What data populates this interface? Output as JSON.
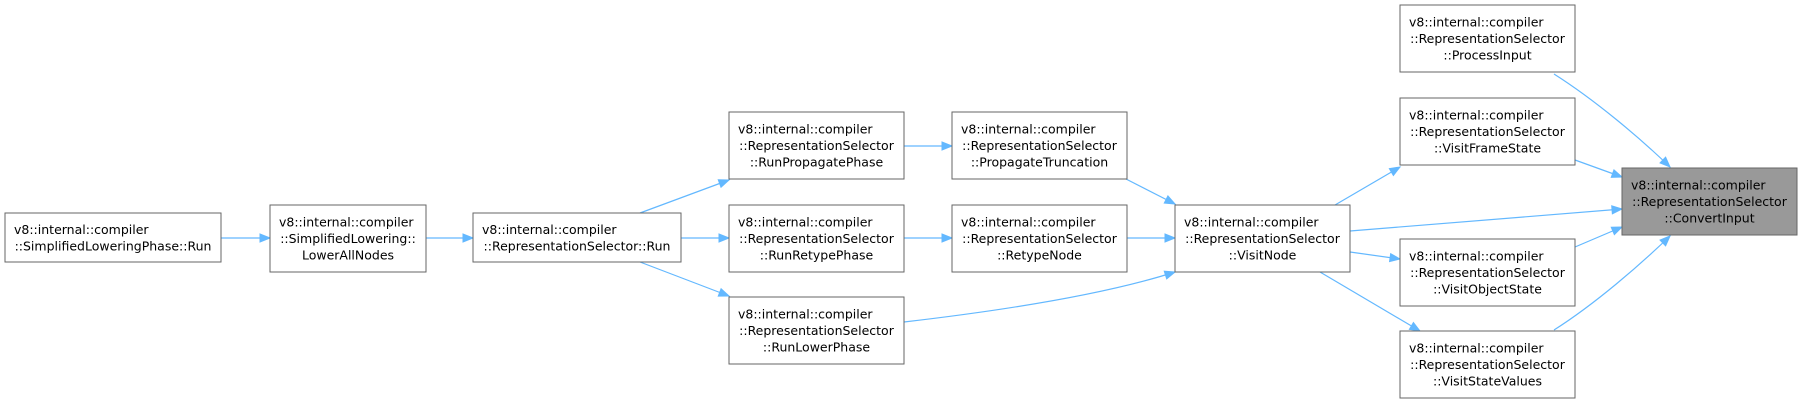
{
  "graph": {
    "nodes": {
      "simplified_lowering_phase_run": {
        "lines": [
          "v8::internal::compiler",
          "::SimplifiedLoweringPhase::Run"
        ]
      },
      "lower_all_nodes": {
        "lines": [
          "v8::internal::compiler",
          "::SimplifiedLowering::",
          "LowerAllNodes"
        ]
      },
      "rs_run": {
        "lines": [
          "v8::internal::compiler",
          "::RepresentationSelector::Run"
        ]
      },
      "run_propagate_phase": {
        "lines": [
          "v8::internal::compiler",
          "::RepresentationSelector",
          "::RunPropagatePhase"
        ]
      },
      "run_retype_phase": {
        "lines": [
          "v8::internal::compiler",
          "::RepresentationSelector",
          "::RunRetypePhase"
        ]
      },
      "run_lower_phase": {
        "lines": [
          "v8::internal::compiler",
          "::RepresentationSelector",
          "::RunLowerPhase"
        ]
      },
      "propagate_truncation": {
        "lines": [
          "v8::internal::compiler",
          "::RepresentationSelector",
          "::PropagateTruncation"
        ]
      },
      "retype_node": {
        "lines": [
          "v8::internal::compiler",
          "::RepresentationSelector",
          "::RetypeNode"
        ]
      },
      "visit_node": {
        "lines": [
          "v8::internal::compiler",
          "::RepresentationSelector",
          "::VisitNode"
        ]
      },
      "process_input": {
        "lines": [
          "v8::internal::compiler",
          "::RepresentationSelector",
          "::ProcessInput"
        ]
      },
      "visit_frame_state": {
        "lines": [
          "v8::internal::compiler",
          "::RepresentationSelector",
          "::VisitFrameState"
        ]
      },
      "visit_object_state": {
        "lines": [
          "v8::internal::compiler",
          "::RepresentationSelector",
          "::VisitObjectState"
        ]
      },
      "visit_state_values": {
        "lines": [
          "v8::internal::compiler",
          "::RepresentationSelector",
          "::VisitStateValues"
        ]
      },
      "convert_input": {
        "lines": [
          "v8::internal::compiler",
          "::RepresentationSelector",
          "::ConvertInput"
        ],
        "highlighted": true
      }
    },
    "edges": [
      [
        "simplified_lowering_phase_run",
        "lower_all_nodes"
      ],
      [
        "lower_all_nodes",
        "rs_run"
      ],
      [
        "rs_run",
        "run_propagate_phase"
      ],
      [
        "rs_run",
        "run_retype_phase"
      ],
      [
        "rs_run",
        "run_lower_phase"
      ],
      [
        "run_propagate_phase",
        "propagate_truncation"
      ],
      [
        "run_retype_phase",
        "retype_node"
      ],
      [
        "propagate_truncation",
        "visit_node"
      ],
      [
        "retype_node",
        "visit_node"
      ],
      [
        "run_lower_phase",
        "visit_node"
      ],
      [
        "visit_node",
        "visit_frame_state"
      ],
      [
        "visit_node",
        "convert_input"
      ],
      [
        "visit_node",
        "visit_object_state"
      ],
      [
        "visit_node",
        "visit_state_values"
      ],
      [
        "process_input",
        "convert_input"
      ],
      [
        "visit_frame_state",
        "convert_input"
      ],
      [
        "visit_object_state",
        "convert_input"
      ],
      [
        "visit_state_values",
        "convert_input"
      ]
    ],
    "colors": {
      "edge": "#63b8ff",
      "node_border": "#666666",
      "highlight_fill": "#999999"
    }
  }
}
